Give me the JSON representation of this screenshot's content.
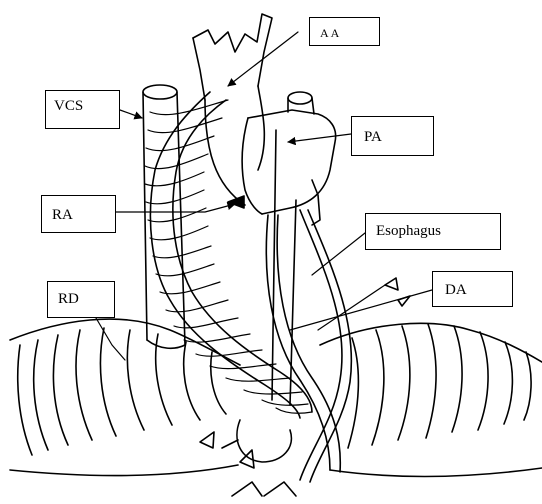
{
  "labels": {
    "aa": "AA",
    "vcs": "VCS",
    "pa": "PA",
    "ra": "RA",
    "esophagus": "Esophagus",
    "rd": "RD",
    "da": "DA"
  },
  "colors": {
    "ink": "#000000",
    "paper": "#ffffff"
  }
}
